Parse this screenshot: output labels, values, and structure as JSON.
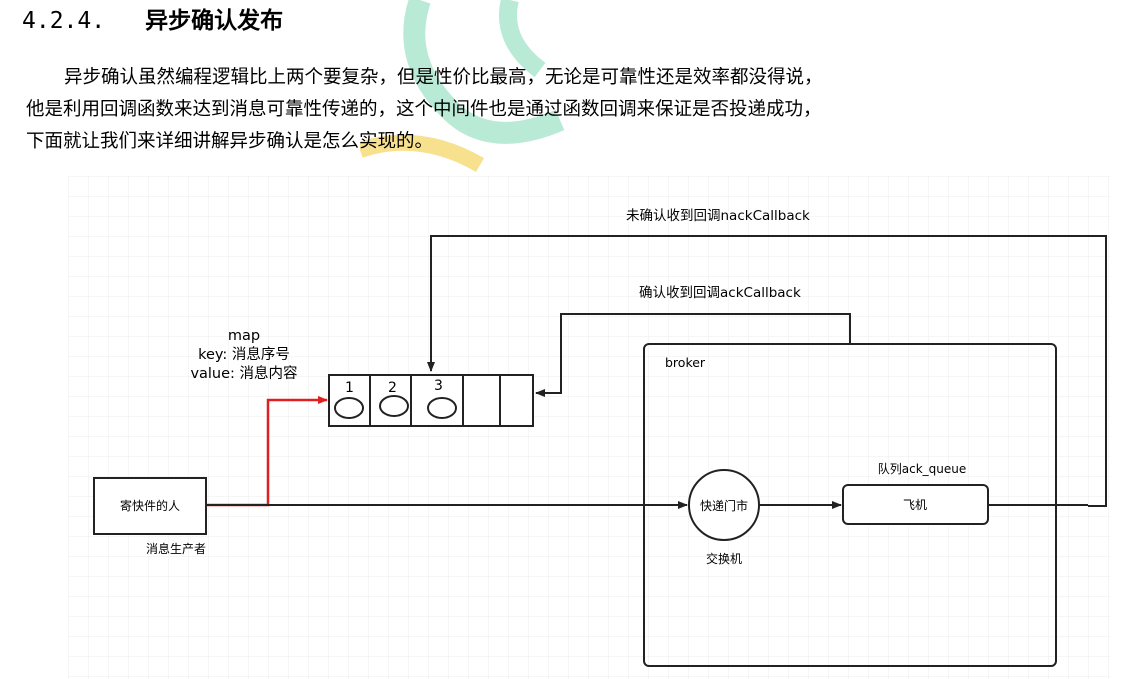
{
  "section": {
    "number": "4.2.4.",
    "title": "异步确认发布"
  },
  "paragraph": [
    "异步确认虽然编程逻辑比上两个要复杂，但是性价比最高，无论是可靠性还是效率都没得说，",
    "他是利用回调函数来达到消息可靠性传递的，这个中间件也是通过函数回调来保证是否投递成功，",
    "下面就让我们来详细讲解异步确认是怎么实现的。"
  ],
  "diagram": {
    "nack_label": "未确认收到回调nackCallback",
    "ack_label": "确认收到回调ackCallback",
    "map_label": "map",
    "key_label": "key: 消息序号",
    "value_label": "value: 消息内容",
    "slots": [
      "1",
      "2",
      "3"
    ],
    "producer_box": "寄快件的人",
    "producer_caption": "消息生产者",
    "broker_label": "broker",
    "exchange_circle": "快递门市",
    "exchange_caption": "交换机",
    "queue_label": "队列ack_queue",
    "queue_box": "飞机"
  },
  "colors": {
    "producer_arrow": "#e02020",
    "lines": "#222222",
    "grid": "#e8e8e8"
  }
}
